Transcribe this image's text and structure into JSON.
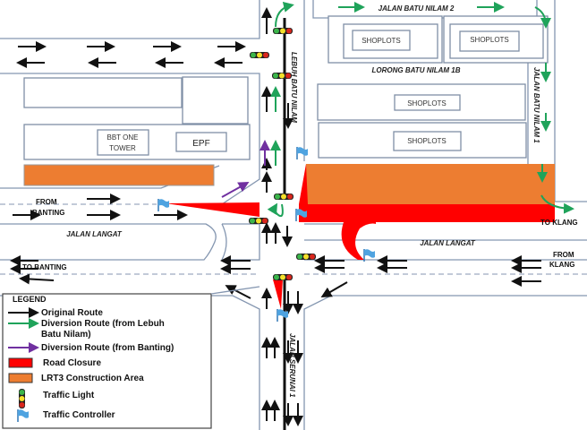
{
  "roads": {
    "jalan_batu_nilam_2": "JALAN BATU NILAM 2",
    "lorong_batu_nilam_1b": "LORONG BATU NILAM 1B",
    "jalan_batu_nilam_1": "JALAN BATU NILAM 1",
    "lebuh_batu_nilam": "LEBUH BATU NILAM",
    "jalan_langat_left": "JALAN LANGAT",
    "jalan_langat_right": "JALAN LANGAT",
    "jalan_serunai_1": "JALAN SERUNAI 1"
  },
  "directions": {
    "from_banting_1": "FROM",
    "from_banting_2": "BANTING",
    "to_banting": "TO BANTING",
    "to_klang": "TO KLANG",
    "from_klang_1": "FROM",
    "from_klang_2": "KLANG"
  },
  "buildings": {
    "shoplots_1": "SHOPLOTS",
    "shoplots_2": "SHOPLOTS",
    "shoplots_3": "SHOPLOTS",
    "shoplots_4": "SHOPLOTS",
    "bbt_1": "BBT ONE",
    "bbt_2": "TOWER",
    "epf": "EPF"
  },
  "legend": {
    "title": "LEGEND",
    "items": [
      {
        "label": "Original Route",
        "color": "#111111"
      },
      {
        "label": "Diversion Route (from Lebuh",
        "label2": "Batu Nilam)",
        "color": "#1fa35a"
      },
      {
        "label": "Diversion Route (from Banting)",
        "color": "#7030a0"
      },
      {
        "label": "Road Closure",
        "color": "#ff0000"
      },
      {
        "label": "LRT3 Construction Area",
        "color": "#ed7d31"
      },
      {
        "label": "Traffic Light",
        "icon": "traffic-light-icon"
      },
      {
        "label": "Traffic Controller",
        "icon": "flag-icon"
      }
    ]
  }
}
